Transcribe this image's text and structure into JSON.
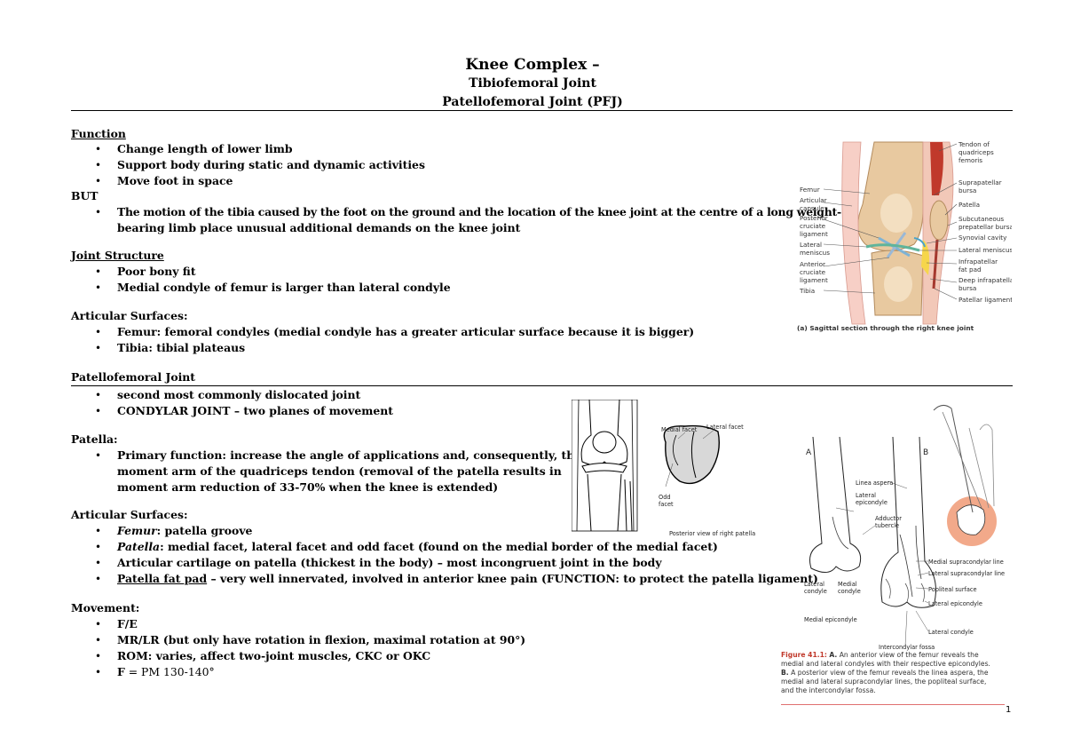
{
  "header": {
    "title": "Knee Complex –",
    "subtitle1": "Tibiofemoral Joint",
    "subtitle2": "Patellofemoral Joint (PFJ)"
  },
  "function": {
    "heading": "Function",
    "bullets": [
      "Change length of lower limb",
      "Support body during static and dynamic activities",
      "Move foot in space"
    ],
    "but": "BUT",
    "but_bullet_line1": "The motion of the tibia caused by the foot on the ground and the location of the knee joint at the centre of a long weight-",
    "but_bullet_line2": "bearing limb place unusual additional demands on the knee joint"
  },
  "joint_structure": {
    "heading": "Joint Structure",
    "bullets": [
      "Poor bony fit",
      "Medial condyle of femur is larger than lateral condyle"
    ]
  },
  "articular_surfaces_1": {
    "heading": "Articular Surfaces:",
    "bullets": [
      "Femur: femoral condyles (medial condyle has a greater articular surface because it is bigger)",
      "Tibia: tibial plateaus"
    ]
  },
  "pfj": {
    "heading": "Patellofemoral Joint",
    "bullets": [
      "second most commonly dislocated joint",
      "CONDYLAR JOINT – two planes of movement"
    ]
  },
  "patella": {
    "heading": "Patella:",
    "line1": "Primary function: increase the angle of applications and, consequently, the",
    "line2": "moment arm of the quadriceps tendon (removal of the patella results in",
    "line3": "moment arm reduction of 33-70% when the knee is extended)"
  },
  "articular_surfaces_2": {
    "heading": "Articular Surfaces:",
    "b1_italic": "Femur",
    "b1_rest": ": patella groove",
    "b2_italic": "Patella",
    "b2_rest": ": medial facet, lateral facet and odd facet (found on the medial border of the medial facet)",
    "b3": "Articular cartilage on patella (thickest in the body) – most incongruent joint in the body",
    "b4_underlined": "Patella fat pad",
    "b4_rest": " – very well innervated, involved in anterior knee pain (FUNCTION: to protect the patella ligament)"
  },
  "movement": {
    "heading": "Movement:",
    "bullets": [
      "F/E",
      "MR/LR (but only have rotation in flexion, maximal rotation at 90°)",
      "ROM: varies, affect two-joint muscles, CKC or OKC"
    ],
    "b4_bold": "F",
    "b4_rest": " = PM 130-140°"
  },
  "bullet_char": "•",
  "fig_sagittal": {
    "labels_left": [
      "Femur",
      "Articular",
      "capsule",
      "Posterior",
      "cruciate",
      "ligament",
      "Lateral",
      "meniscus",
      "Anterior",
      "cruciate",
      "ligament",
      "Tibia"
    ],
    "labels_right": [
      "Tendon of",
      "quadriceps",
      "femoris",
      "Suprapatellar",
      "bursa",
      "Patella",
      "Subcutaneous",
      "prepatellar bursa",
      "Synovial cavity",
      "Lateral meniscus",
      "Infrapatellar",
      "fat pad",
      "Deep infrapatellar",
      "bursa",
      "Patellar ligament"
    ],
    "caption": "(a) Sagittal section through the right knee joint"
  },
  "fig_patella": {
    "medial_facet": "Medial facet",
    "lateral_facet": "Lateral facet",
    "odd_facet_1": "Odd",
    "odd_facet_2": "facet",
    "caption": "Posterior view of right patella"
  },
  "fig_femur": {
    "label_a": "A",
    "label_b": "B",
    "labels": [
      "Linea aspera",
      "Lateral",
      "epicondyle",
      "Adductor",
      "tubercle",
      "Medial supracondylar line",
      "Lateral supracondylar line",
      "Popliteal surface",
      "Lateral epicondyle",
      "Lateral condyle",
      "Intercondylar fossa",
      "Lateral",
      "condyle",
      "Medial",
      "condyle",
      "Medial epicondyle"
    ],
    "caption_fig": "Figure 41.1:",
    "caption_a": "A.",
    "caption_l1": " An anterior view of the femur reveals the",
    "caption_l2": "medial and lateral condyles with their respective epicondyles.",
    "caption_b": "B.",
    "caption_l3": " A posterior view of the femur reveals the linea aspera, the",
    "caption_l4": "medial and lateral supracondylar lines, the popliteal surface,",
    "caption_l5": "and the intercondylar fossa."
  },
  "page_number": "1",
  "colors": {
    "accent_red": "#c0392b",
    "bone": "#e8c9a0",
    "fig_orange": "#f2a98a"
  }
}
